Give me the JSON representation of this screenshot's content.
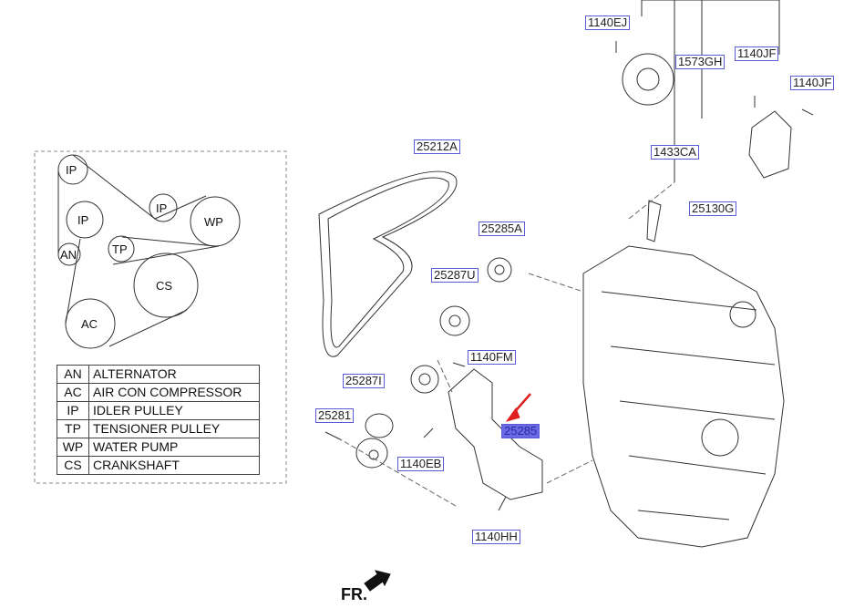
{
  "belt_diagram": {
    "pulleys": [
      "IP",
      "IP",
      "IP",
      "AN",
      "TP",
      "WP",
      "CS",
      "AC"
    ],
    "legend": [
      {
        "code": "AN",
        "name": "ALTERNATOR"
      },
      {
        "code": "AC",
        "name": "AIR CON COMPRESSOR"
      },
      {
        "code": "IP",
        "name": "IDLER PULLEY"
      },
      {
        "code": "TP",
        "name": "TENSIONER PULLEY"
      },
      {
        "code": "WP",
        "name": "WATER PUMP"
      },
      {
        "code": "CS",
        "name": "CRANKSHAFT"
      }
    ]
  },
  "part_labels": [
    {
      "id": "1140EJ",
      "highlighted": false
    },
    {
      "id": "1573GH",
      "highlighted": false
    },
    {
      "id": "1140JF",
      "highlighted": false
    },
    {
      "id": "1140JF",
      "highlighted": false
    },
    {
      "id": "1433CA",
      "highlighted": false
    },
    {
      "id": "25130G",
      "highlighted": false
    },
    {
      "id": "25212A",
      "highlighted": false
    },
    {
      "id": "25285A",
      "highlighted": false
    },
    {
      "id": "25287U",
      "highlighted": false
    },
    {
      "id": "1140FM",
      "highlighted": false
    },
    {
      "id": "25287I",
      "highlighted": false
    },
    {
      "id": "25281",
      "highlighted": false
    },
    {
      "id": "25285",
      "highlighted": true
    },
    {
      "id": "1140EB",
      "highlighted": false
    },
    {
      "id": "1140HH",
      "highlighted": false
    }
  ],
  "direction_label": "FR.",
  "colors": {
    "label_border": "#5b5bd6",
    "highlight": "#6a6ae6",
    "arrow": "#e02020"
  }
}
